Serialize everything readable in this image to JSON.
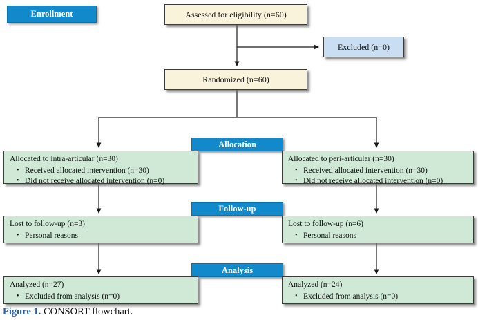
{
  "caption": {
    "label": "Figure 1.",
    "text": " CONSORT flowchart."
  },
  "colors": {
    "band_blue": "#1289ca",
    "cream_box": "#faf3dc",
    "excluded_blue": "#c9def2",
    "green_box": "#cfe9d6",
    "caption_blue": "#2d5f9e",
    "arrow": "#1a1a1a"
  },
  "labels": {
    "enrollment": "Enrollment",
    "allocation": "Allocation",
    "followup": "Follow-up",
    "analysis": "Analysis"
  },
  "boxes": {
    "assessed": {
      "text": "Assessed for eligibility (n=60)"
    },
    "excluded": {
      "text": "Excluded (n=0)"
    },
    "randomized": {
      "text": "Randomized (n=60)"
    },
    "alloc_left": {
      "title": "Allocated to intra-articular (n=30)",
      "bullets": [
        "Received allocated intervention (n=30)",
        "Did not receive allocated intervention (n=0)"
      ]
    },
    "alloc_right": {
      "title": "Allocated to peri-articular (n=30)",
      "bullets": [
        "Received allocated intervention (n=30)",
        "Did not receive allocated intervention (n=0)"
      ]
    },
    "followup_left": {
      "title": "Lost to follow-up (n=3)",
      "bullets": [
        "Personal reasons"
      ]
    },
    "followup_right": {
      "title": "Lost to follow-up (n=6)",
      "bullets": [
        "Personal reasons"
      ]
    },
    "analysis_left": {
      "title": "Analyzed (n=27)",
      "bullets": [
        "Excluded from analysis (n=0)"
      ]
    },
    "analysis_right": {
      "title": "Analyzed (n=24)",
      "bullets": [
        "Excluded from analysis (n=0)"
      ]
    }
  }
}
